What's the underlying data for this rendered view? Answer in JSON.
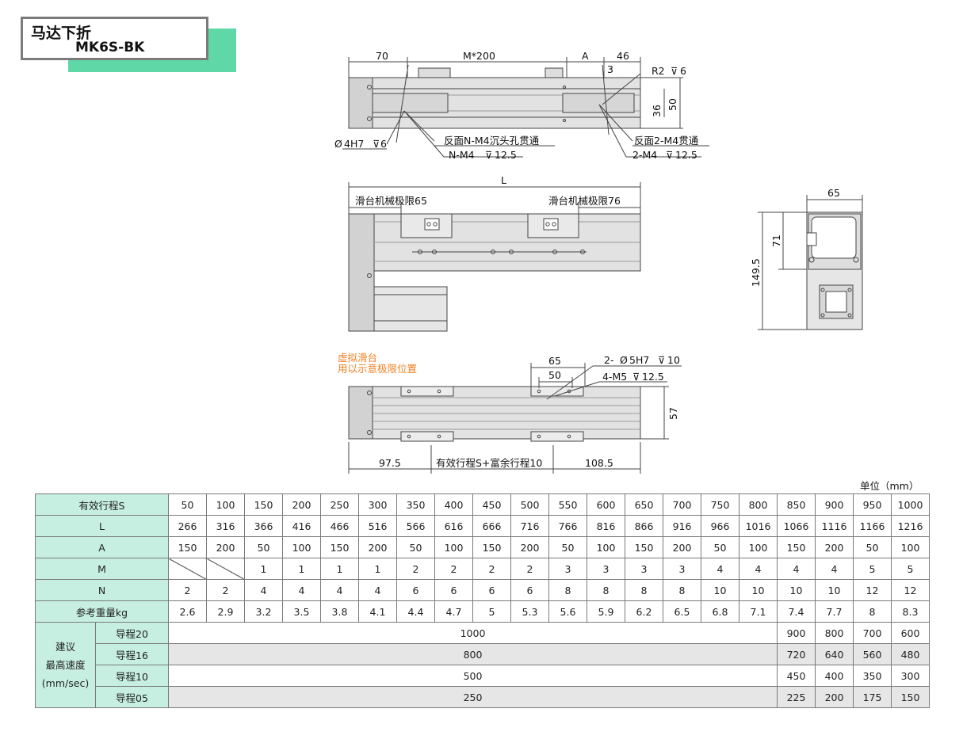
{
  "header": {
    "title_cn": "马达下折",
    "model": "MK6S-BK"
  },
  "top_view": {
    "dims": {
      "left": "70",
      "mid": "M*200",
      "a": "A",
      "right": "46",
      "gap": "3",
      "h36": "36",
      "h50": "50"
    },
    "callouts": {
      "r2": "R2",
      "r2_depth": "6",
      "pin": "4H7",
      "pin_depth": "6",
      "back_nm4": "反面N-M4沉头孔贯通",
      "nm4": "N-M4",
      "nm4_depth": "12.5",
      "back_2m4": "反面2-M4贯通",
      "m4_2": "2-M4",
      "m4_2_depth": "12.5"
    }
  },
  "side_view": {
    "L": "L",
    "limit_left": "滑台机械极限65",
    "limit_right": "滑台机械极限76"
  },
  "end_view": {
    "w65": "65",
    "h71": "71",
    "h149": "149.5"
  },
  "bottom_view": {
    "note_line1": "虚拟滑台",
    "note_line2": "用以示意极限位置",
    "w65": "65",
    "w50": "50",
    "pin": "2-",
    "pin_spec": "5H7",
    "pin_depth": "10",
    "m5": "4-M5",
    "m5_depth": "12.5",
    "h57": "57",
    "left": "97.5",
    "mid": "有效行程S+富余行程10",
    "right": "108.5"
  },
  "unit_label": "单位（mm）",
  "table": {
    "rows": [
      {
        "label": "有效行程S",
        "values": [
          "50",
          "100",
          "150",
          "200",
          "250",
          "300",
          "350",
          "400",
          "450",
          "500",
          "550",
          "600",
          "650",
          "700",
          "750",
          "800",
          "850",
          "900",
          "950",
          "1000"
        ]
      },
      {
        "label": "L",
        "values": [
          "266",
          "316",
          "366",
          "416",
          "466",
          "516",
          "566",
          "616",
          "666",
          "716",
          "766",
          "816",
          "866",
          "916",
          "966",
          "1016",
          "1066",
          "1116",
          "1166",
          "1216"
        ]
      },
      {
        "label": "A",
        "values": [
          "150",
          "200",
          "50",
          "100",
          "150",
          "200",
          "50",
          "100",
          "150",
          "200",
          "50",
          "100",
          "150",
          "200",
          "50",
          "100",
          "150",
          "200",
          "50",
          "100"
        ]
      },
      {
        "label": "M",
        "values": [
          "",
          "",
          "1",
          "1",
          "1",
          "1",
          "2",
          "2",
          "2",
          "2",
          "3",
          "3",
          "3",
          "3",
          "4",
          "4",
          "4",
          "4",
          "5",
          "5"
        ]
      },
      {
        "label": "N",
        "values": [
          "2",
          "2",
          "4",
          "4",
          "4",
          "4",
          "6",
          "6",
          "6",
          "6",
          "8",
          "8",
          "8",
          "8",
          "10",
          "10",
          "10",
          "10",
          "12",
          "12"
        ]
      },
      {
        "label": "参考重量kg",
        "values": [
          "2.6",
          "2.9",
          "3.2",
          "3.5",
          "3.8",
          "4.1",
          "4.4",
          "4.7",
          "5",
          "5.3",
          "5.6",
          "5.9",
          "6.2",
          "6.5",
          "6.8",
          "7.1",
          "7.4",
          "7.7",
          "8",
          "8.3"
        ]
      }
    ],
    "speed_header": [
      "建议",
      "最高速度",
      "(mm/sec)"
    ],
    "speed_rows": [
      {
        "lead": "导程20",
        "span": "1000",
        "values": [
          "900",
          "800",
          "700",
          "600"
        ]
      },
      {
        "lead": "导程16",
        "span": "800",
        "values": [
          "720",
          "640",
          "560",
          "480"
        ]
      },
      {
        "lead": "导程10",
        "span": "500",
        "values": [
          "450",
          "400",
          "350",
          "300"
        ]
      },
      {
        "lead": "导程05",
        "span": "250",
        "values": [
          "225",
          "200",
          "175",
          "150"
        ]
      }
    ]
  }
}
